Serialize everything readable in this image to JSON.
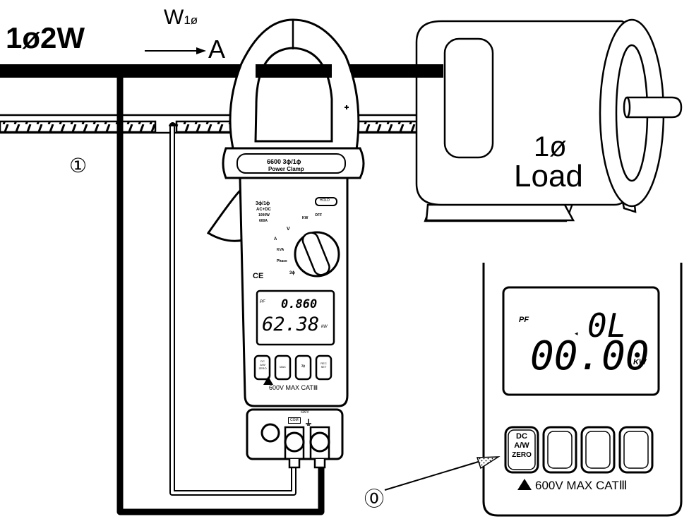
{
  "line_label": "1ø2W",
  "flow": {
    "w_label": "W",
    "w_sub": "1ø",
    "a_label": "A"
  },
  "load": {
    "line1": "1ø",
    "line2": "Load"
  },
  "markers": {
    "one": "①",
    "zero": "⓪"
  },
  "meter": {
    "model": "6600  3ϕ/1ϕ",
    "name": "Power  Clamp",
    "hold_label": "HOLD",
    "rating_small": "3ϕ/1ϕ",
    "acdc_small": "AC+DC",
    "rating_line3": "1000W",
    "rating_line4": "600A",
    "dial": {
      "v": "V",
      "a": "A",
      "kw": "KW",
      "kva": "KVA",
      "phase": "Phase",
      "three": "3ϕ",
      "off": "OFF"
    },
    "ce_mark": "CE",
    "lcd": {
      "pf": "PF",
      "top": "0.860",
      "bottom": "62.38",
      "unit": "kW"
    },
    "buttons": [
      "DC\nA/W\nZERO",
      "MAX",
      "3ϕ",
      "REC\nSET"
    ],
    "cat_label": "600V MAX CATⅢ",
    "terminals": {
      "com": "COM",
      "v_label": "600V"
    }
  },
  "zoom": {
    "pf": "PF",
    "top": "0L",
    "bottom": "00.00",
    "unit": "KW",
    "button_lines": [
      "DC",
      "A/W",
      "ZERO"
    ],
    "cat_label": "600V MAX CATⅢ"
  }
}
